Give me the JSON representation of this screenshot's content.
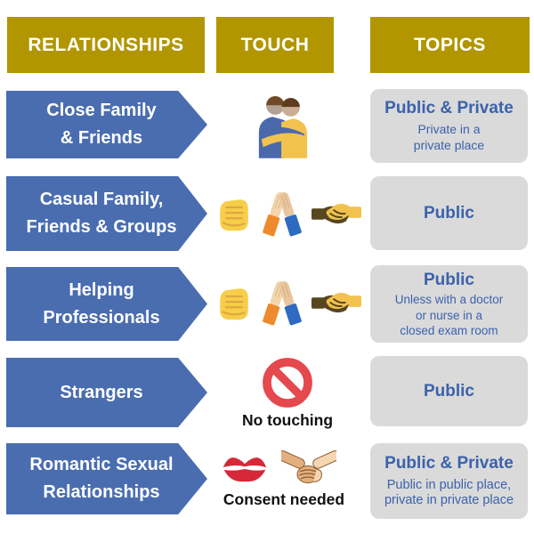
{
  "title": "Relationships, Touch and Topics chart",
  "colors": {
    "gold": "#B19600",
    "blue": "#4A6DB0",
    "box-gray": "#DADADA",
    "box-blue": "#3B62AC",
    "no-red": "#E5484D",
    "lips-red": "#D62839",
    "fist-yellow": "#F6CE49",
    "hand-dark": "#57471F",
    "hand-yellow": "#F2C24E"
  },
  "headers": {
    "relationships": "RELATIONSHIPS",
    "touch": "TOUCH",
    "topics": "TOPICS"
  },
  "icons": {
    "people-hugging-icon": "people hugging",
    "fist-icon": "raised fist bump",
    "high-five-icon": "high five hands",
    "handshake-icon": "handshake",
    "no-symbol-icon": "no / prohibited sign",
    "kiss-lips-icon": "kiss mark lips",
    "holding-hands-icon": "holding hands"
  },
  "rows": [
    {
      "relationship_lines": [
        "Close Family",
        "& Friends"
      ],
      "touch": {
        "icons": [
          "people-hugging-icon"
        ],
        "caption": ""
      },
      "topic": {
        "title": "Public & Private",
        "note_lines": [
          "Private in a",
          "private place"
        ]
      }
    },
    {
      "relationship_lines": [
        "Casual Family,",
        "Friends & Groups"
      ],
      "touch": {
        "icons": [
          "fist-icon",
          "high-five-icon",
          "handshake-icon"
        ],
        "caption": ""
      },
      "topic": {
        "title": "Public",
        "note_lines": []
      }
    },
    {
      "relationship_lines": [
        "Helping",
        "Professionals"
      ],
      "touch": {
        "icons": [
          "fist-icon",
          "high-five-icon",
          "handshake-icon"
        ],
        "caption": ""
      },
      "topic": {
        "title": "Public",
        "note_lines": [
          "Unless with a doctor",
          "or nurse in a",
          "closed exam room"
        ]
      }
    },
    {
      "relationship_lines": [
        "Strangers"
      ],
      "touch": {
        "icons": [
          "no-symbol-icon"
        ],
        "caption": "No touching"
      },
      "topic": {
        "title": "Public",
        "note_lines": []
      }
    },
    {
      "relationship_lines": [
        "Romantic Sexual",
        "Relationships"
      ],
      "touch": {
        "icons": [
          "kiss-lips-icon",
          "holding-hands-icon"
        ],
        "caption": "Consent needed"
      },
      "topic": {
        "title": "Public & Private",
        "note_lines": [
          "Public in public place,",
          "private in private place"
        ]
      }
    }
  ]
}
